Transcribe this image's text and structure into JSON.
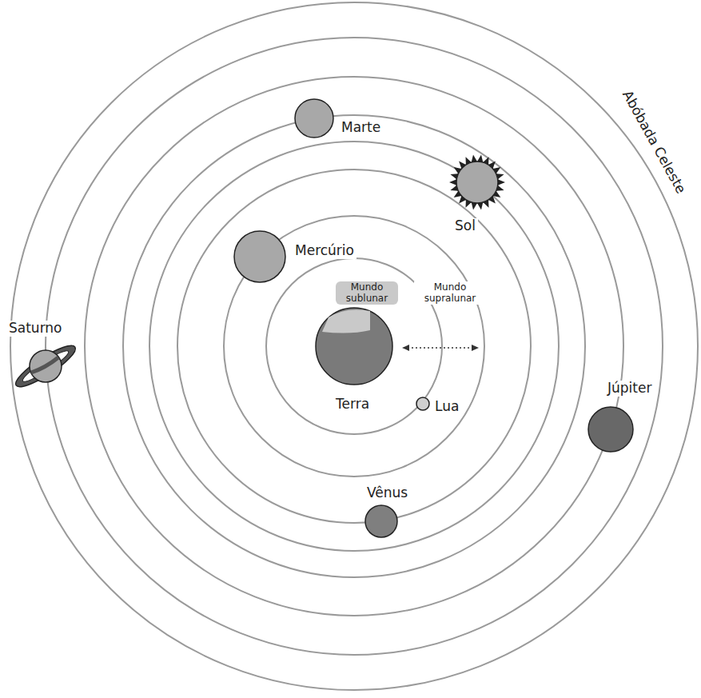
{
  "diagram": {
    "nodes": [
      {
        "text": [
          "Marte"
        ]
      },
      {
        "text": [
          "Sol"
        ]
      },
      {
        "text": [
          "Mercúrio"
        ]
      },
      {
        "text": [
          "Saturno"
        ]
      },
      {
        "text": [
          "Terra"
        ]
      },
      {
        "text": [
          "Lua"
        ]
      },
      {
        "text": [
          "Júpiter"
        ]
      },
      {
        "text": [
          "Vênus"
        ]
      }
    ],
    "labels": [
      "Abóbada Celeste",
      "Mundo sublunar",
      "Mundo supralunar"
    ]
  }
}
